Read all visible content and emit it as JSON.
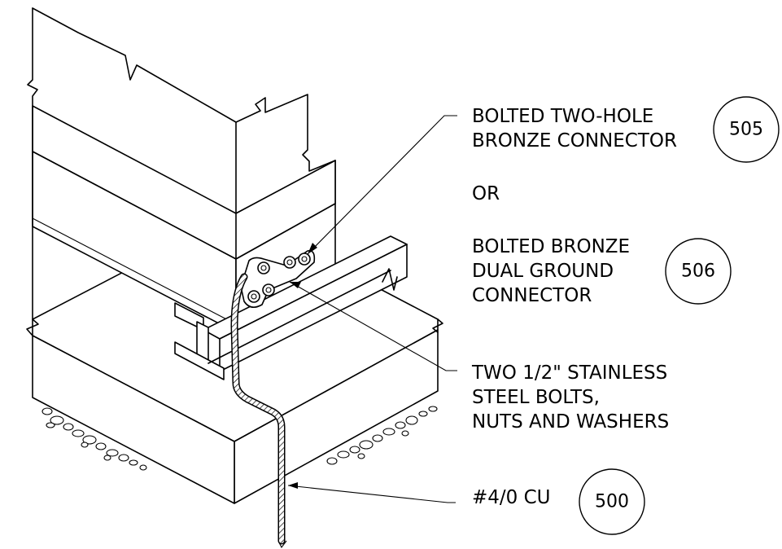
{
  "callouts": {
    "connector_1": {
      "lines": [
        "BOLTED TWO-HOLE",
        "BRONZE CONNECTOR"
      ],
      "detail_ref": "505"
    },
    "or_text": "OR",
    "connector_2": {
      "lines": [
        "BOLTED BRONZE",
        "DUAL GROUND",
        "CONNECTOR"
      ],
      "detail_ref": "506"
    },
    "bolts": {
      "lines": [
        "TWO 1/2\" STAINLESS",
        "STEEL BOLTS,",
        "NUTS AND WASHERS"
      ]
    },
    "conductor": {
      "lines": [
        "#4/0 CU"
      ],
      "detail_ref": "500"
    }
  }
}
